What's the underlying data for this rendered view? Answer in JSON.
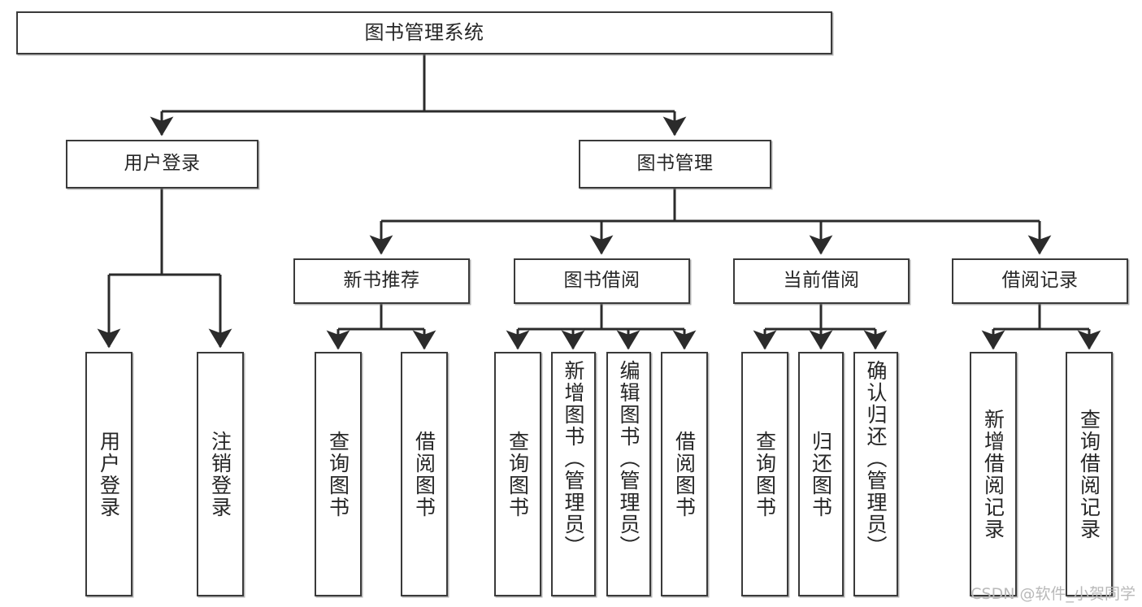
{
  "diagram": {
    "title": "图书管理系统",
    "watermark": "CSDN @软件_小贺同学",
    "accent_color": "#3a3a3a",
    "text_color": "#262626",
    "background_color": "#ffffff",
    "watermark_color": "#b9b9b9",
    "type": "tree-hierarchy-chart",
    "orientation": "top-down"
  },
  "nodes": {
    "root": {
      "label": "图书管理系统",
      "level": 0
    },
    "level1": [
      {
        "label": "用户登录"
      },
      {
        "label": "图书管理"
      }
    ],
    "level2": [
      {
        "label": "新书推荐"
      },
      {
        "label": "图书借阅"
      },
      {
        "label": "当前借阅"
      },
      {
        "label": "借阅记录"
      }
    ],
    "leaves": {
      "user_login": [
        {
          "label": "用户登录"
        },
        {
          "label": "注销登录"
        }
      ],
      "new_book_recommend": [
        {
          "label": "查询图书"
        },
        {
          "label": "借阅图书"
        }
      ],
      "book_borrow": [
        {
          "label": "查询图书"
        },
        {
          "label": "新增图书（管理员）"
        },
        {
          "label": "编辑图书（管理员）"
        },
        {
          "label": "借阅图书"
        }
      ],
      "current_borrow": [
        {
          "label": "查询图书"
        },
        {
          "label": "归还图书"
        },
        {
          "label": "确认归还（管理员）"
        }
      ],
      "borrow_record": [
        {
          "label": "新增借阅记录"
        },
        {
          "label": "查询借阅记录"
        }
      ]
    }
  }
}
